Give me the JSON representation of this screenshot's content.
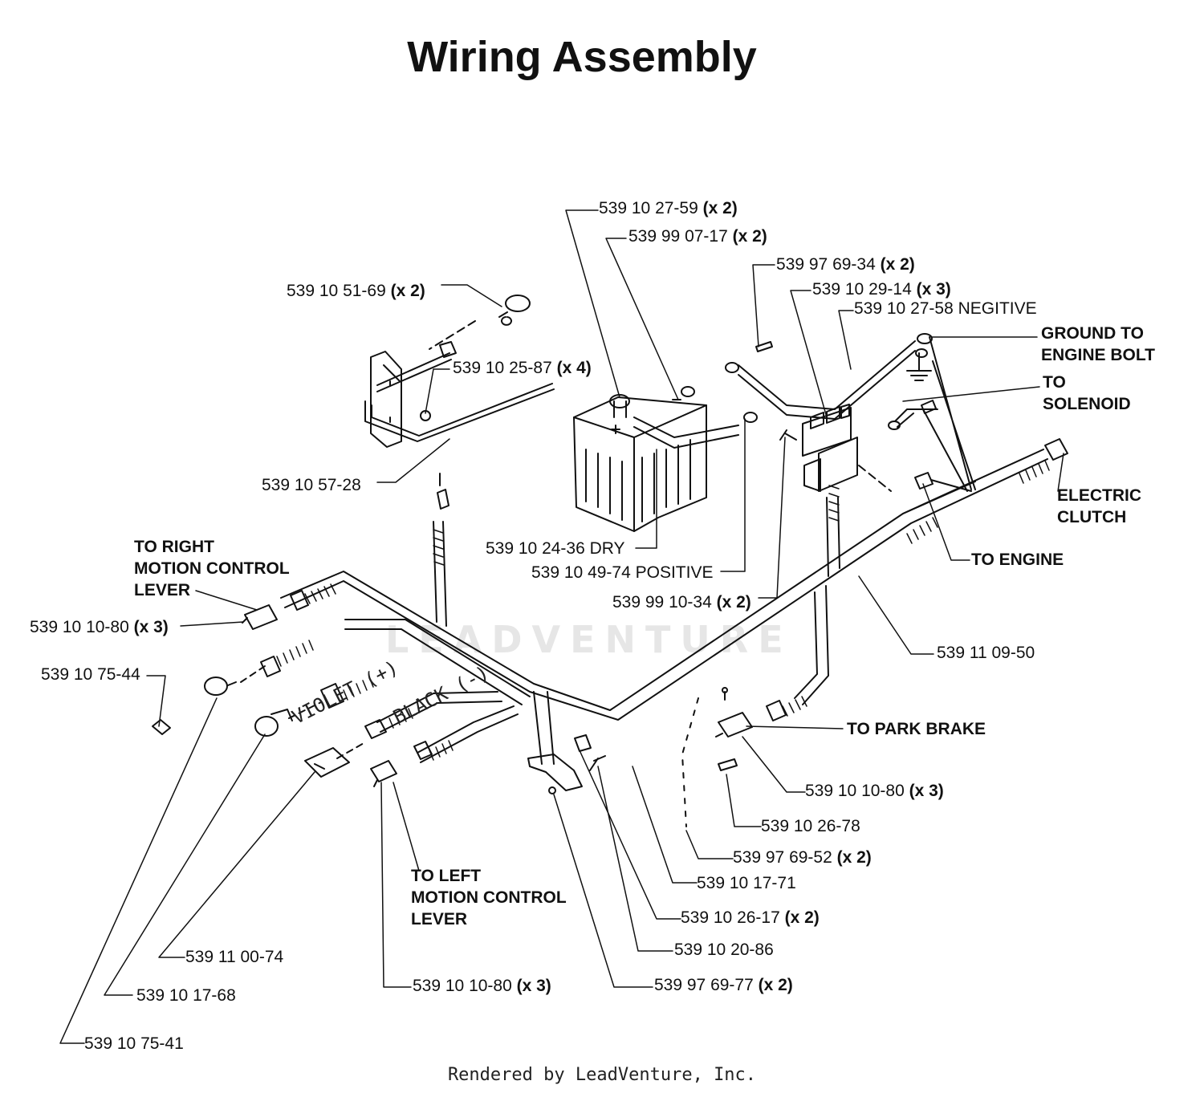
{
  "title": "Wiring Assembly",
  "watermark": "LEADVENTURE",
  "footer": "Rendered by LeadVenture, Inc.",
  "wire_colors": {
    "violet": "VIOLET (+)",
    "black": "BLACK (-)"
  },
  "parts": [
    {
      "id": "p1",
      "number": "539 10 27-59",
      "qty": "(x 2)"
    },
    {
      "id": "p2",
      "number": "539 99 07-17",
      "qty": "(x 2)"
    },
    {
      "id": "p3",
      "number": "539 97 69-34",
      "qty": "(x 2)"
    },
    {
      "id": "p4",
      "number": "539 10 29-14",
      "qty": "(x 3)"
    },
    {
      "id": "p5",
      "number": "539 10 27-58 NEGITIVE",
      "qty": ""
    },
    {
      "id": "p6",
      "number": "539 10 51-69",
      "qty": "(x 2)"
    },
    {
      "id": "p7",
      "number": "539 10 25-87",
      "qty": "(x 4)"
    },
    {
      "id": "p8",
      "number": "539 10 57-28",
      "qty": ""
    },
    {
      "id": "p9",
      "number": "539 10 24-36 DRY",
      "qty": ""
    },
    {
      "id": "p10",
      "number": "539 10 49-74 POSITIVE",
      "qty": ""
    },
    {
      "id": "p11",
      "number": "539 99 10-34",
      "qty": "(x 2)"
    },
    {
      "id": "p12",
      "number": "539 10 10-80",
      "qty": "(x 3)"
    },
    {
      "id": "p13",
      "number": "539 10 75-44",
      "qty": ""
    },
    {
      "id": "p14",
      "number": "539 11 09-50",
      "qty": ""
    },
    {
      "id": "p15",
      "number": "539 10 10-80",
      "qty": "(x 3)"
    },
    {
      "id": "p16",
      "number": "539 10 26-78",
      "qty": ""
    },
    {
      "id": "p17",
      "number": "539 97 69-52",
      "qty": "(x 2)"
    },
    {
      "id": "p18",
      "number": "539 10 17-71",
      "qty": ""
    },
    {
      "id": "p19",
      "number": "539 10 26-17",
      "qty": "(x 2)"
    },
    {
      "id": "p20",
      "number": "539 10 20-86",
      "qty": ""
    },
    {
      "id": "p21",
      "number": "539 97 69-77",
      "qty": "(x 2)"
    },
    {
      "id": "p22",
      "number": "539 10 10-80",
      "qty": "(x 3)"
    },
    {
      "id": "p23",
      "number": "539 11 00-74",
      "qty": ""
    },
    {
      "id": "p24",
      "number": "539 10 17-68",
      "qty": ""
    },
    {
      "id": "p25",
      "number": "539 10 75-41",
      "qty": ""
    }
  ],
  "callouts": {
    "ground": "GROUND TO\nENGINE BOLT",
    "solenoid": "TO\nSOLENOID",
    "clutch": "ELECTRIC\nCLUTCH",
    "engine": "TO ENGINE",
    "right_lever": "TO RIGHT\nMOTION CONTROL\nLEVER",
    "park_brake": "TO PARK BRAKE",
    "left_lever": "TO LEFT\nMOTION CONTROL\nLEVER"
  }
}
